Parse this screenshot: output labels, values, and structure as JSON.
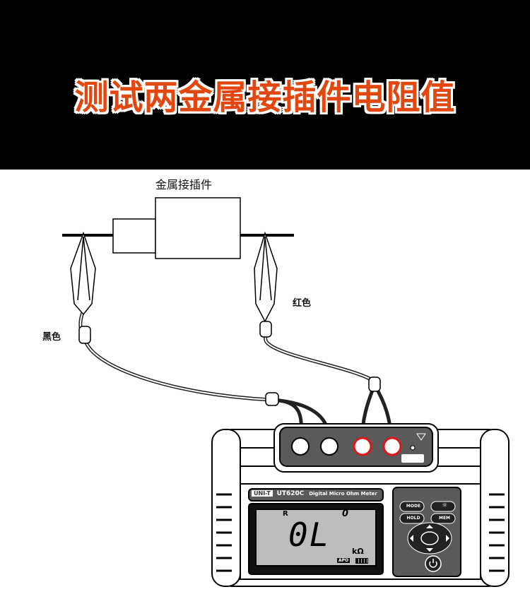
{
  "title": "测试两金属接插件电阻值",
  "diagram": {
    "component_label": "金属接插件",
    "black_lead_label": "黑色",
    "red_lead_label": "红色"
  },
  "meter": {
    "brand": "UNI-T",
    "model": "UT620C",
    "description": "Digital Micro Ohm Meter",
    "display": {
      "mode": "R",
      "index": "0",
      "reading": "0L",
      "unit": "kΩ",
      "apo": "APO"
    },
    "buttons": {
      "mode": "MODE",
      "backlight": "☼",
      "hold": "HOLD",
      "mem": "MEM"
    },
    "colors": {
      "red_jack": "#e0141c",
      "body": "#555555",
      "lcd": "#bdbdbd"
    }
  }
}
